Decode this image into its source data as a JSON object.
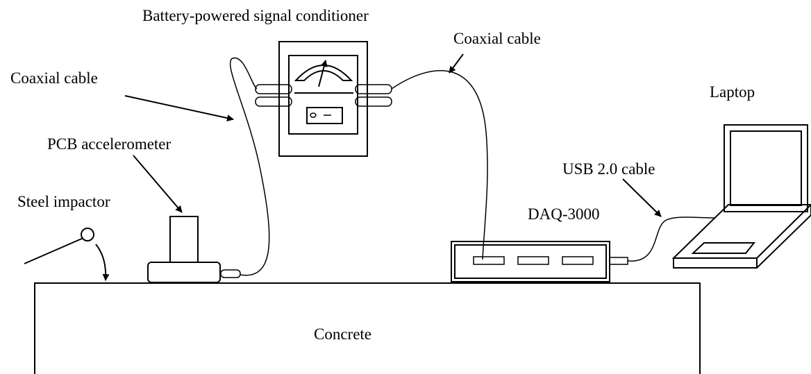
{
  "diagram": {
    "labels": {
      "signal_conditioner": "Battery-powered signal conditioner",
      "coax_left": "Coaxial cable",
      "coax_right": "Coaxial cable",
      "laptop": "Laptop",
      "accelerometer": "PCB accelerometer",
      "usb_cable": "USB 2.0 cable",
      "impactor": "Steel impactor",
      "daq": "DAQ-3000",
      "concrete": "Concrete"
    }
  }
}
